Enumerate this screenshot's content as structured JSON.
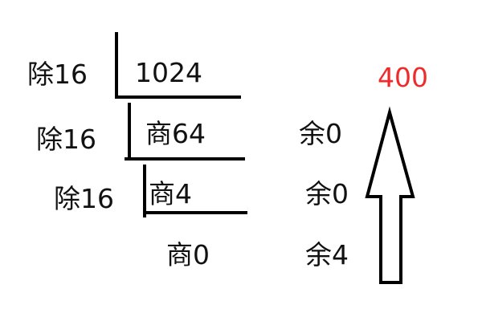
{
  "rows": [
    {
      "divisor": "除16",
      "value": "1024"
    },
    {
      "divisor": "除16",
      "value": "商64",
      "remainder": "余0"
    },
    {
      "divisor": "除16",
      "value": "商4",
      "remainder": "余0"
    },
    {
      "value": "商0",
      "remainder": "余4"
    }
  ],
  "result": "400",
  "colors": {
    "result": "#ee2a2a",
    "text": "#111111"
  },
  "arrow_icon": "up-arrow-outline"
}
